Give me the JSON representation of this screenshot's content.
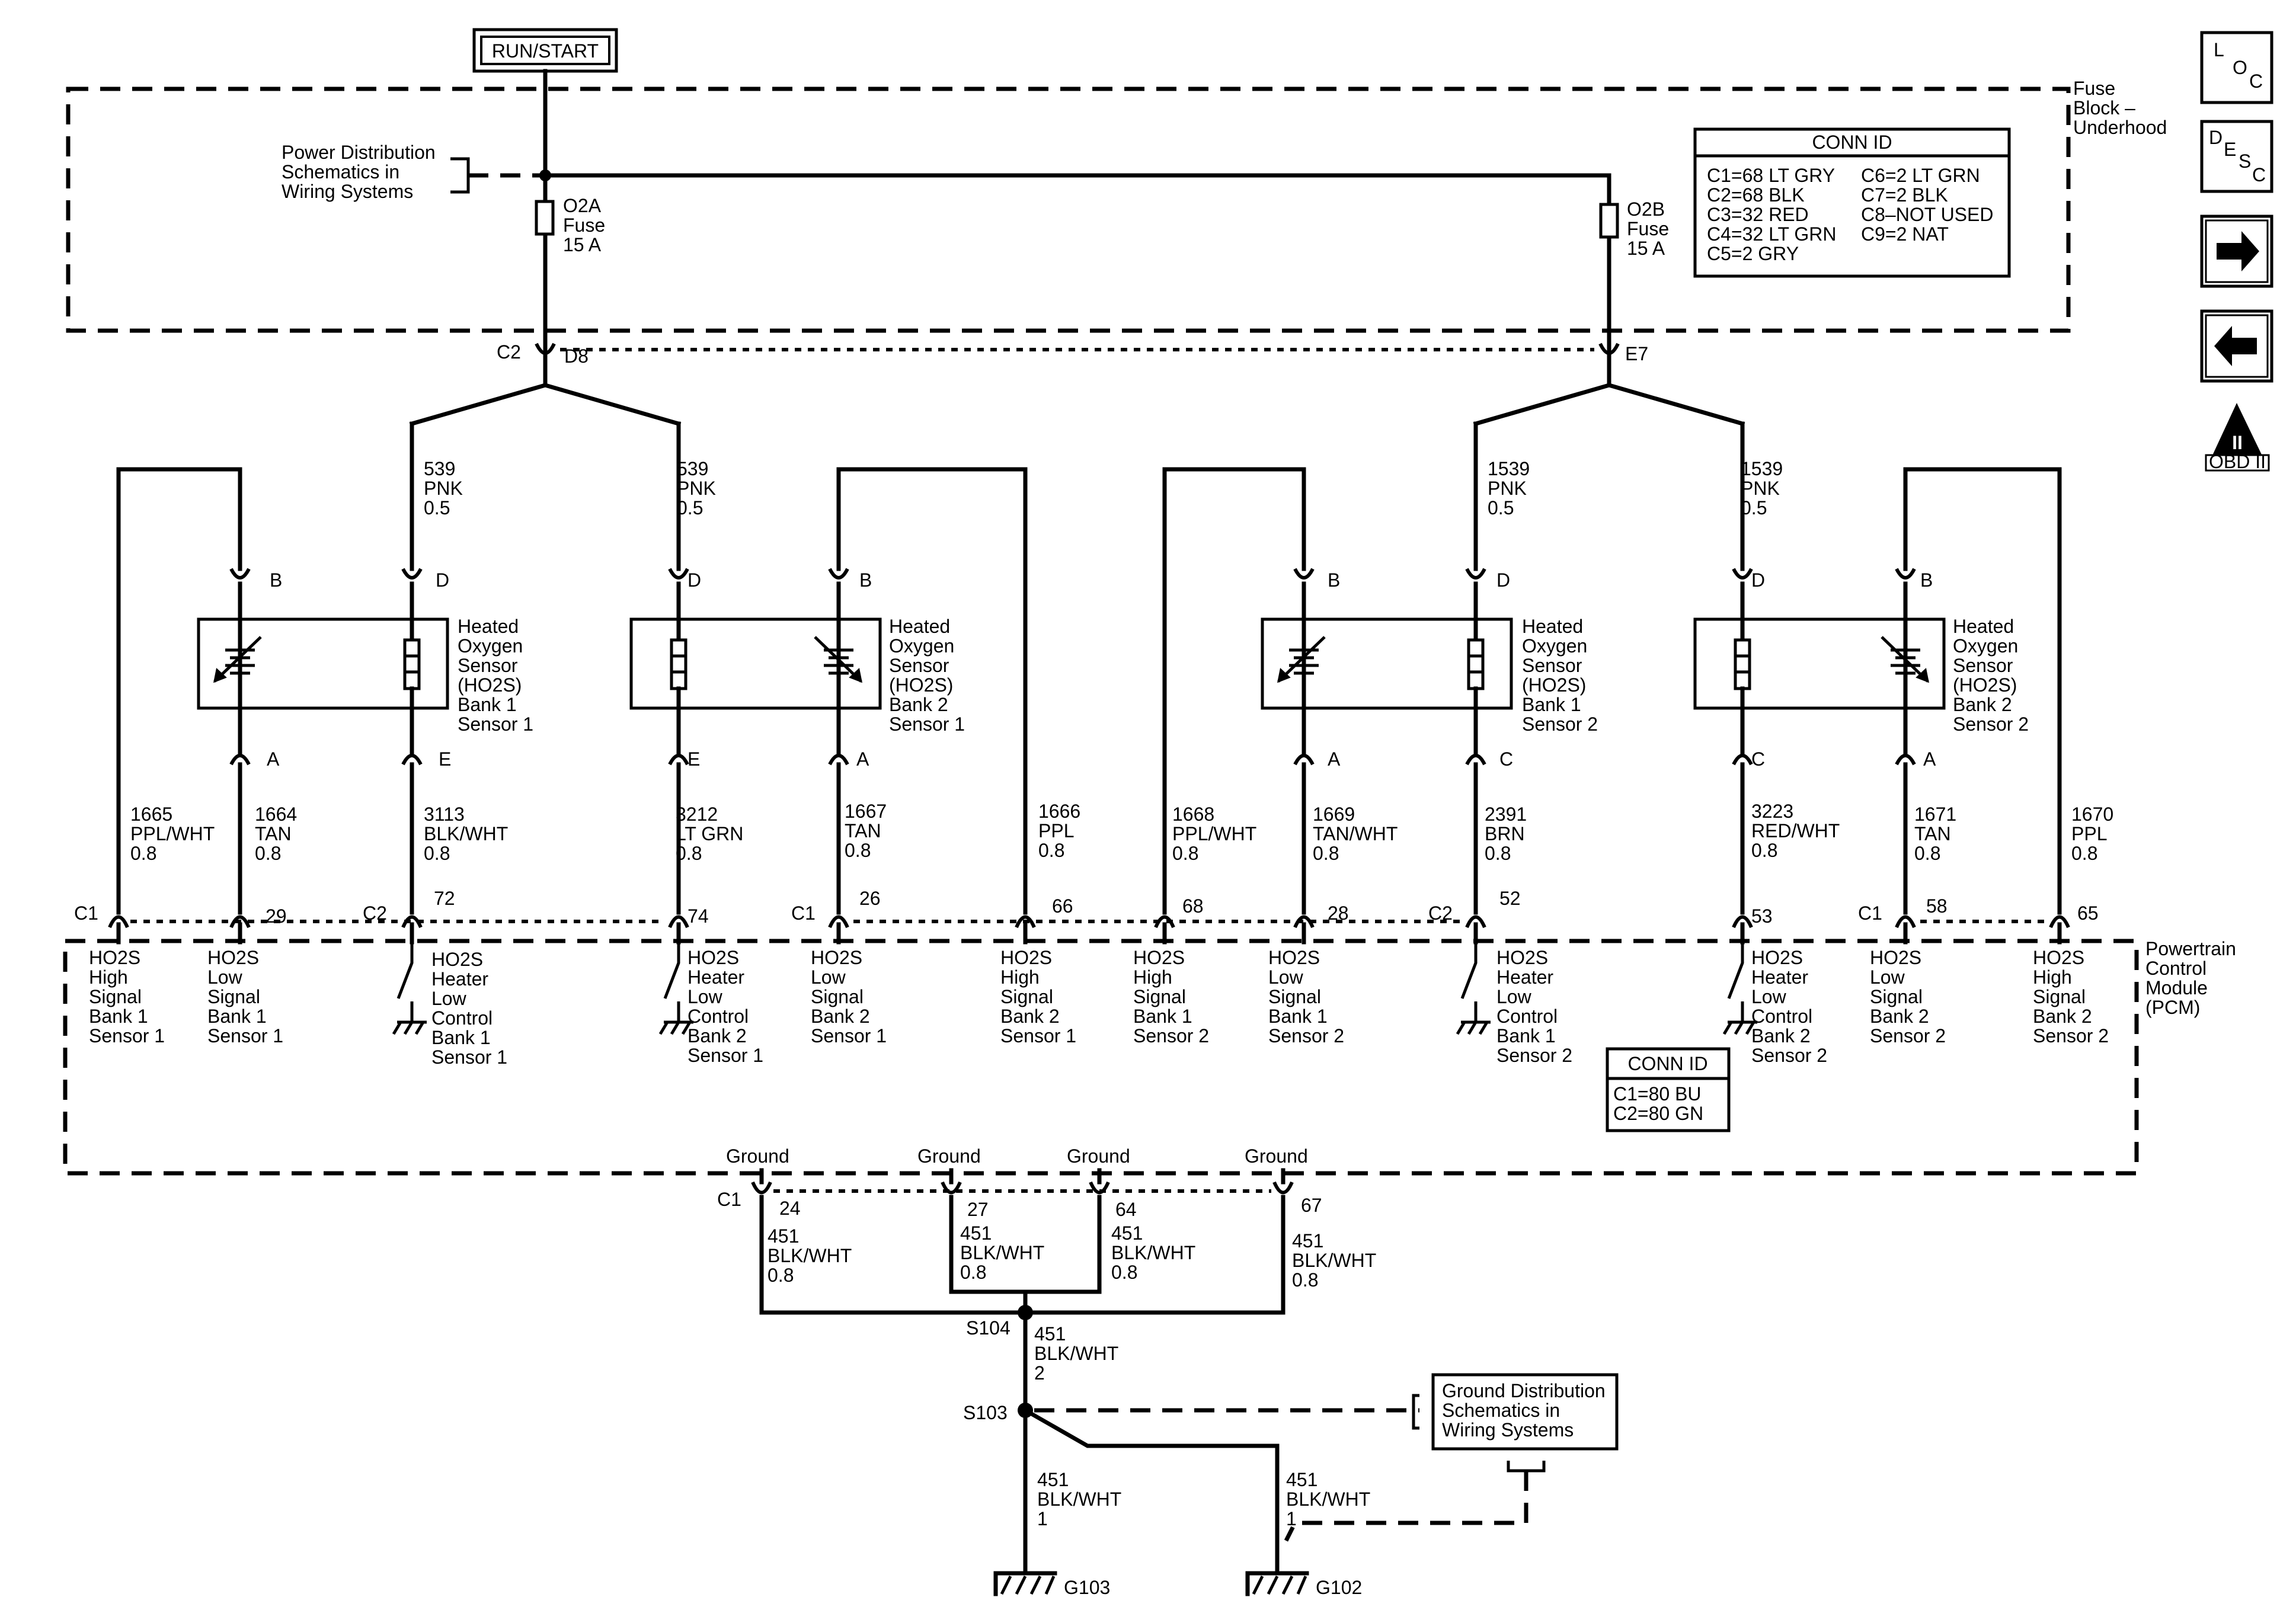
{
  "run_start": "RUN/START",
  "fuse_block": {
    "label": [
      "Fuse",
      "Block –",
      "Underhood"
    ]
  },
  "power_dist": [
    "Power Distribution",
    "Schematics in",
    "Wiring Systems"
  ],
  "fuses": [
    {
      "lines": [
        "O2A",
        "Fuse",
        "15 A"
      ]
    },
    {
      "lines": [
        "O2B",
        "Fuse",
        "15 A"
      ]
    }
  ],
  "conn_id_fuse": {
    "title": "CONN ID",
    "col1": [
      "C1=68 LT GRY",
      "C2=68 BLK",
      "C3=32 RED",
      "C4=32 LT GRN",
      "C5=2 GRY"
    ],
    "col2": [
      "C6=2 LT GRN",
      "C7=2 BLK",
      "C8–NOT USED",
      "C9=2 NAT"
    ]
  },
  "fuse_outputs": {
    "c2": "C2",
    "d8": "D8",
    "e7": "E7"
  },
  "feed_wires": [
    {
      "lines": [
        "539",
        "PNK",
        "0.5"
      ]
    },
    {
      "lines": [
        "539",
        "PNK",
        "0.5"
      ]
    },
    {
      "lines": [
        "1539",
        "PNK",
        "0.5"
      ]
    },
    {
      "lines": [
        "1539",
        "PNK",
        "0.5"
      ]
    }
  ],
  "sensors": [
    {
      "lines": [
        "Heated",
        "Oxygen",
        "Sensor",
        "(HO2S)",
        "Bank 1",
        "Sensor 1"
      ]
    },
    {
      "lines": [
        "Heated",
        "Oxygen",
        "Sensor",
        "(HO2S)",
        "Bank 2",
        "Sensor 1"
      ]
    },
    {
      "lines": [
        "Heated",
        "Oxygen",
        "Sensor",
        "(HO2S)",
        "Bank 1",
        "Sensor 2"
      ]
    },
    {
      "lines": [
        "Heated",
        "Oxygen",
        "Sensor",
        "(HO2S)",
        "Bank 2",
        "Sensor 2"
      ]
    }
  ],
  "pin_labels": {
    "b": "B",
    "d": "D",
    "a": "A",
    "e": "E",
    "c": "C"
  },
  "pcm_wires": [
    {
      "lines": [
        "1665",
        "PPL/WHT",
        "0.8"
      ]
    },
    {
      "lines": [
        "1664",
        "TAN",
        "0.8"
      ]
    },
    {
      "lines": [
        "3113",
        "BLK/WHT",
        "0.8"
      ]
    },
    {
      "lines": [
        "3212",
        "LT GRN",
        "0.8"
      ]
    },
    {
      "lines": [
        "1667",
        "TAN",
        "0.8"
      ]
    },
    {
      "lines": [
        "1666",
        "PPL",
        "0.8"
      ]
    },
    {
      "lines": [
        "1668",
        "PPL/WHT",
        "0.8"
      ]
    },
    {
      "lines": [
        "1669",
        "TAN/WHT",
        "0.8"
      ]
    },
    {
      "lines": [
        "2391",
        "BRN",
        "0.8"
      ]
    },
    {
      "lines": [
        "3223",
        "RED/WHT",
        "0.8"
      ]
    },
    {
      "lines": [
        "1671",
        "TAN",
        "0.8"
      ]
    },
    {
      "lines": [
        "1670",
        "PPL",
        "0.8"
      ]
    }
  ],
  "pcm_connectors": [
    "C1",
    "C2",
    "C1",
    "C2",
    "C1"
  ],
  "pcm_pins": [
    "29",
    "72",
    "74",
    "26",
    "66",
    "68",
    "28",
    "52",
    "53",
    "58",
    "65"
  ],
  "pcm_labels": [
    {
      "lines": [
        "HO2S",
        "High",
        "Signal",
        "Bank 1",
        "Sensor 1"
      ]
    },
    {
      "lines": [
        "HO2S",
        "Low",
        "Signal",
        "Bank 1",
        "Sensor 1"
      ]
    },
    {
      "lines": [
        "HO2S",
        "Heater",
        "Low",
        "Control",
        "Bank 1",
        "Sensor 1"
      ]
    },
    {
      "lines": [
        "HO2S",
        "Heater",
        "Low",
        "Control",
        "Bank 2",
        "Sensor 1"
      ]
    },
    {
      "lines": [
        "HO2S",
        "Low",
        "Signal",
        "Bank 2",
        "Sensor 1"
      ]
    },
    {
      "lines": [
        "HO2S",
        "High",
        "Signal",
        "Bank 2",
        "Sensor 1"
      ]
    },
    {
      "lines": [
        "HO2S",
        "High",
        "Signal",
        "Bank 1",
        "Sensor 2"
      ]
    },
    {
      "lines": [
        "HO2S",
        "Low",
        "Signal",
        "Bank 1",
        "Sensor 2"
      ]
    },
    {
      "lines": [
        "HO2S",
        "Heater",
        "Low",
        "Control",
        "Bank 1",
        "Sensor 2"
      ]
    },
    {
      "lines": [
        "HO2S",
        "Heater",
        "Low",
        "Control",
        "Bank 2",
        "Sensor 2"
      ]
    },
    {
      "lines": [
        "HO2S",
        "Low",
        "Signal",
        "Bank 2",
        "Sensor 2"
      ]
    },
    {
      "lines": [
        "HO2S",
        "High",
        "Signal",
        "Bank 2",
        "Sensor 2"
      ]
    }
  ],
  "pcm_title": [
    "Powertrain",
    "Control",
    "Module",
    "(PCM)"
  ],
  "conn_id_pcm": {
    "title": "CONN ID",
    "lines": [
      "C1=80 BU",
      "C2=80 GN"
    ]
  },
  "grounds": {
    "labels": [
      "Ground",
      "Ground",
      "Ground",
      "Ground"
    ],
    "connector": "C1",
    "pins": [
      "24",
      "27",
      "64",
      "67"
    ],
    "wires": [
      {
        "lines": [
          "451",
          "BLK/WHT",
          "0.8"
        ]
      },
      {
        "lines": [
          "451",
          "BLK/WHT",
          "0.8"
        ]
      },
      {
        "lines": [
          "451",
          "BLK/WHT",
          "0.8"
        ]
      },
      {
        "lines": [
          "451",
          "BLK/WHT",
          "0.8"
        ]
      }
    ],
    "s104": "S104",
    "s104_wire": {
      "lines": [
        "451",
        "BLK/WHT",
        "2"
      ]
    },
    "s103": "S103",
    "g103_wire": {
      "lines": [
        "451",
        "BLK/WHT",
        "1"
      ]
    },
    "g102_wire": {
      "lines": [
        "451",
        "BLK/WHT",
        "1"
      ]
    },
    "g103": "G103",
    "g102": "G102"
  },
  "ground_dist": [
    "Ground Distribution",
    "Schematics in",
    "Wiring Systems"
  ],
  "side_icons": {
    "loc": [
      "L",
      "O",
      "C"
    ],
    "desc": [
      "D",
      "E",
      "S",
      "C"
    ],
    "obd_ii": "OBD II",
    "obd_mark": "II"
  }
}
